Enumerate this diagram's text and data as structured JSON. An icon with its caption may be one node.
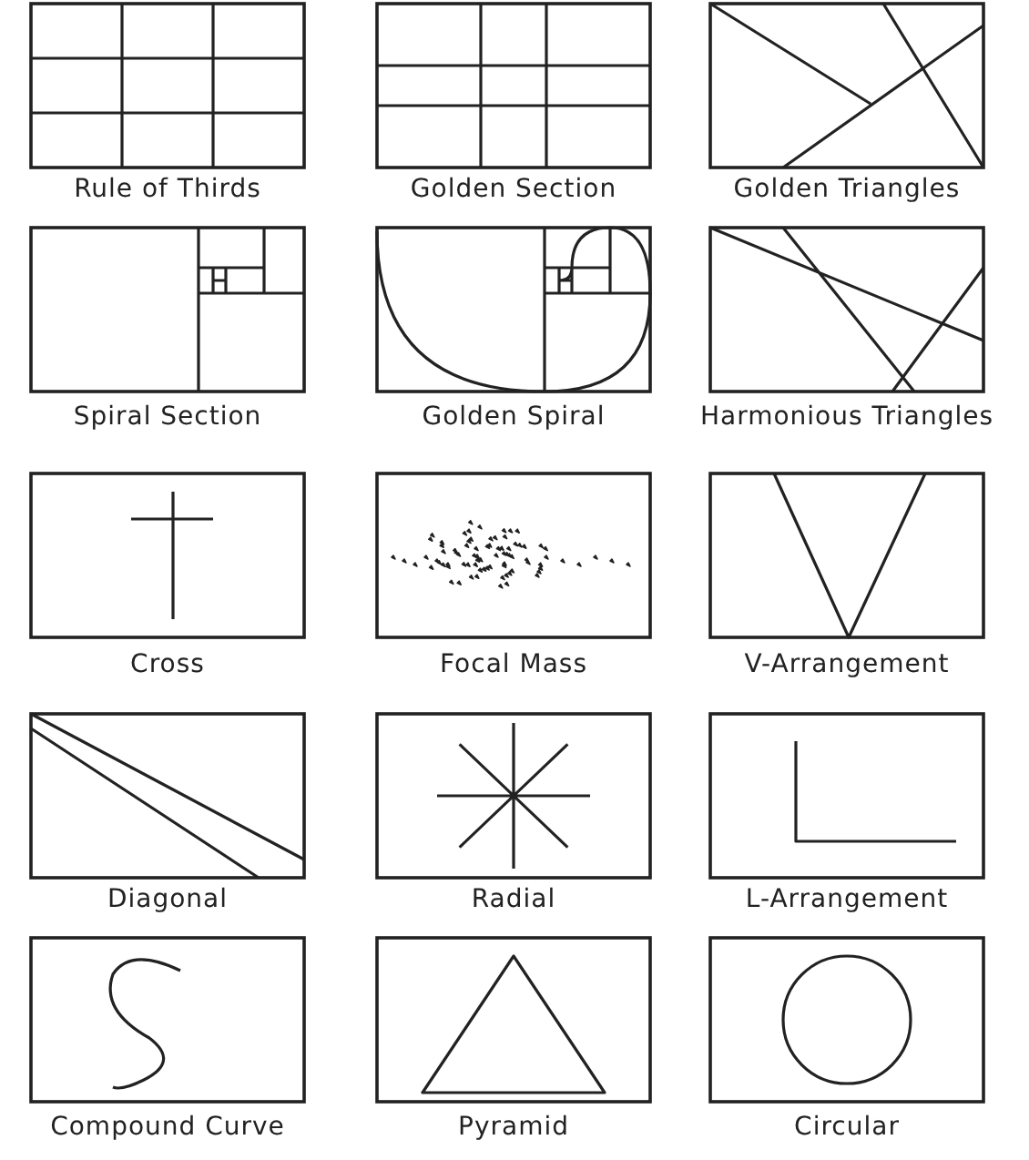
{
  "diagram": {
    "nodes": [
      {
        "text": [
          "Rule of Thirds"
        ]
      },
      {
        "text": [
          "Golden Section"
        ]
      },
      {
        "text": [
          "Golden Triangles"
        ]
      },
      {
        "text": [
          "Spiral Section"
        ]
      },
      {
        "text": [
          "Golden Spiral"
        ]
      },
      {
        "text": [
          "Harmonious Triangles"
        ]
      },
      {
        "text": [
          "Cross"
        ]
      },
      {
        "text": [
          "Focal Mass"
        ]
      },
      {
        "text": [
          "V-Arrangement"
        ]
      },
      {
        "text": [
          "Diagonal"
        ]
      },
      {
        "text": [
          "Radial"
        ]
      },
      {
        "text": [
          "L-Arrangement"
        ]
      },
      {
        "text": [
          "Compound Curve"
        ]
      },
      {
        "text": [
          "Pyramid"
        ]
      },
      {
        "text": [
          "Circular"
        ]
      }
    ]
  }
}
